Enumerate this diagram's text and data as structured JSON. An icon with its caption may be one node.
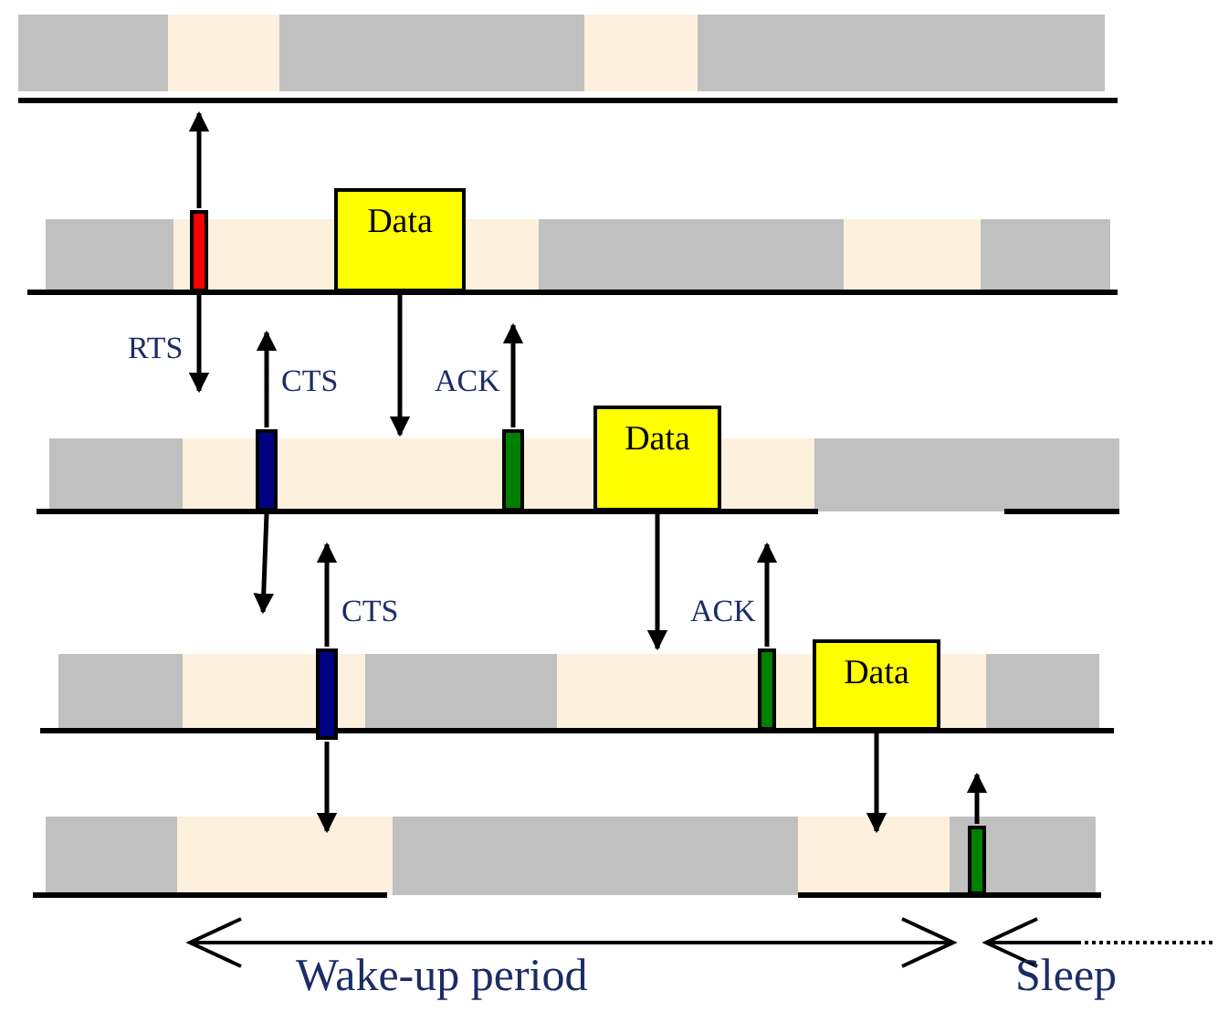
{
  "diagram": {
    "nodes": [
      {
        "text": [],
        "shape": "bar"
      },
      {
        "text": [
          "Data"
        ]
      },
      {
        "text": [],
        "shape": "bar"
      },
      {
        "text": [],
        "shape": "bar"
      },
      {
        "text": [
          "Data"
        ]
      },
      {
        "text": [],
        "shape": "bar"
      },
      {
        "text": [],
        "shape": "bar"
      },
      {
        "text": [
          "Data"
        ]
      },
      {
        "text": [],
        "shape": "bar"
      }
    ],
    "edges": [
      {
        "from": 0,
        "to": null,
        "arrow": "to"
      },
      {
        "from": 2,
        "to": null,
        "arrow": "to",
        "label": "CTS"
      },
      {
        "from": 0,
        "to": null,
        "arrow": "to",
        "label": "RTS"
      },
      {
        "from": 1,
        "to": null,
        "arrow": "to"
      },
      {
        "from": 3,
        "to": null,
        "arrow": "to",
        "label": "ACK"
      },
      {
        "from": 2,
        "to": null,
        "arrow": "to"
      },
      {
        "from": 5,
        "to": null,
        "arrow": "to",
        "label": "CTS"
      },
      {
        "from": 4,
        "to": null,
        "arrow": "to"
      },
      {
        "from": 6,
        "to": null,
        "arrow": "to",
        "label": "ACK"
      },
      {
        "from": 5,
        "to": null,
        "arrow": "to"
      },
      {
        "from": 7,
        "to": null,
        "arrow": "to"
      },
      {
        "from": 8,
        "to": null,
        "arrow": "to"
      }
    ],
    "labels": [
      "Wake-up period",
      "Sleep"
    ]
  }
}
